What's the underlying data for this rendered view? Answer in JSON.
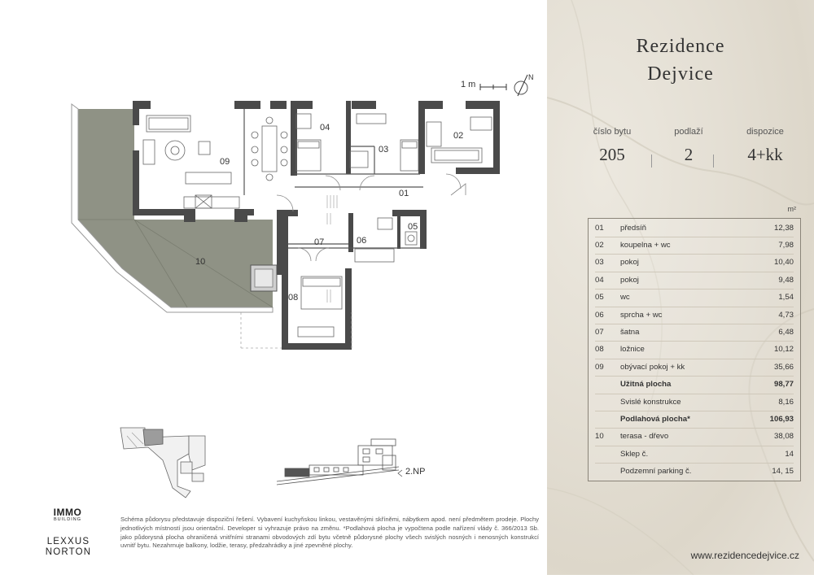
{
  "brand": {
    "line1": "Rezidence",
    "line2": "Dejvice"
  },
  "unit_info": {
    "labels": [
      "číslo bytu",
      "podlaží",
      "dispozice"
    ],
    "values": [
      "205",
      "2",
      "4+kk"
    ]
  },
  "area_unit": "m²",
  "rooms": [
    {
      "num": "01",
      "name": "předsíň",
      "area": "12,38",
      "bold": false
    },
    {
      "num": "02",
      "name": "koupelna + wc",
      "area": "7,98",
      "bold": false
    },
    {
      "num": "03",
      "name": "pokoj",
      "area": "10,40",
      "bold": false
    },
    {
      "num": "04",
      "name": "pokoj",
      "area": "9,48",
      "bold": false
    },
    {
      "num": "05",
      "name": "wc",
      "area": "1,54",
      "bold": false
    },
    {
      "num": "06",
      "name": "sprcha + wc",
      "area": "4,73",
      "bold": false
    },
    {
      "num": "07",
      "name": "šatna",
      "area": "6,48",
      "bold": false
    },
    {
      "num": "08",
      "name": "ložnice",
      "area": "10,12",
      "bold": false
    },
    {
      "num": "09",
      "name": "obývací pokoj + kk",
      "area": "35,66",
      "bold": false
    },
    {
      "num": "",
      "name": "Užitná plocha",
      "area": "98,77",
      "bold": true
    },
    {
      "num": "",
      "name": "Svislé konstrukce",
      "area": "8,16",
      "bold": false
    },
    {
      "num": "",
      "name": "Podlahová plocha*",
      "area": "106,93",
      "bold": true
    },
    {
      "num": "10",
      "name": "terasa - dřevo",
      "area": "38,08",
      "bold": false
    },
    {
      "num": "",
      "name": "Sklep č.",
      "area": "14",
      "bold": false
    },
    {
      "num": "",
      "name": "Podzemní parking č.",
      "area": "14, 15",
      "bold": false
    }
  ],
  "website": "www.rezidencedejvice.cz",
  "disclaimer": "Schéma půdorysu představuje dispoziční řešení. Vybavení kuchyňskou linkou, vestavěnými skříněmi, nábytkem apod. není předmětem prodeje. Plochy jednotlivých místností jsou orientační. Developer si vyhrazuje právo na změnu. *Podlahová plocha je vypočtena podle nařízení vlády č. 366/2013 Sb. jako půdorysná plocha ohraničená vnitřními stranami obvodových zdí bytu včetně půdorysné plochy všech svislých nosných i nenosných konstrukcí uvnitř bytu. Nezahrnuje balkony, lodžie, terasy, předzahrádky a jiné zpevněné plochy.",
  "logos": {
    "immo_main": "IMMO",
    "immo_sub": "BUILDING",
    "lex_l1": "LEXXUS",
    "lex_l2": "NORTON"
  },
  "plan": {
    "scale_label": "1 m",
    "north_label": "N",
    "floor_label": "2.NP",
    "room_labels": [
      "01",
      "02",
      "03",
      "04",
      "05",
      "06",
      "07",
      "08",
      "09",
      "10"
    ]
  },
  "colors": {
    "wall": "#4a4a4a",
    "terrace": "#8e9183",
    "panel": "#e4dfd4"
  }
}
